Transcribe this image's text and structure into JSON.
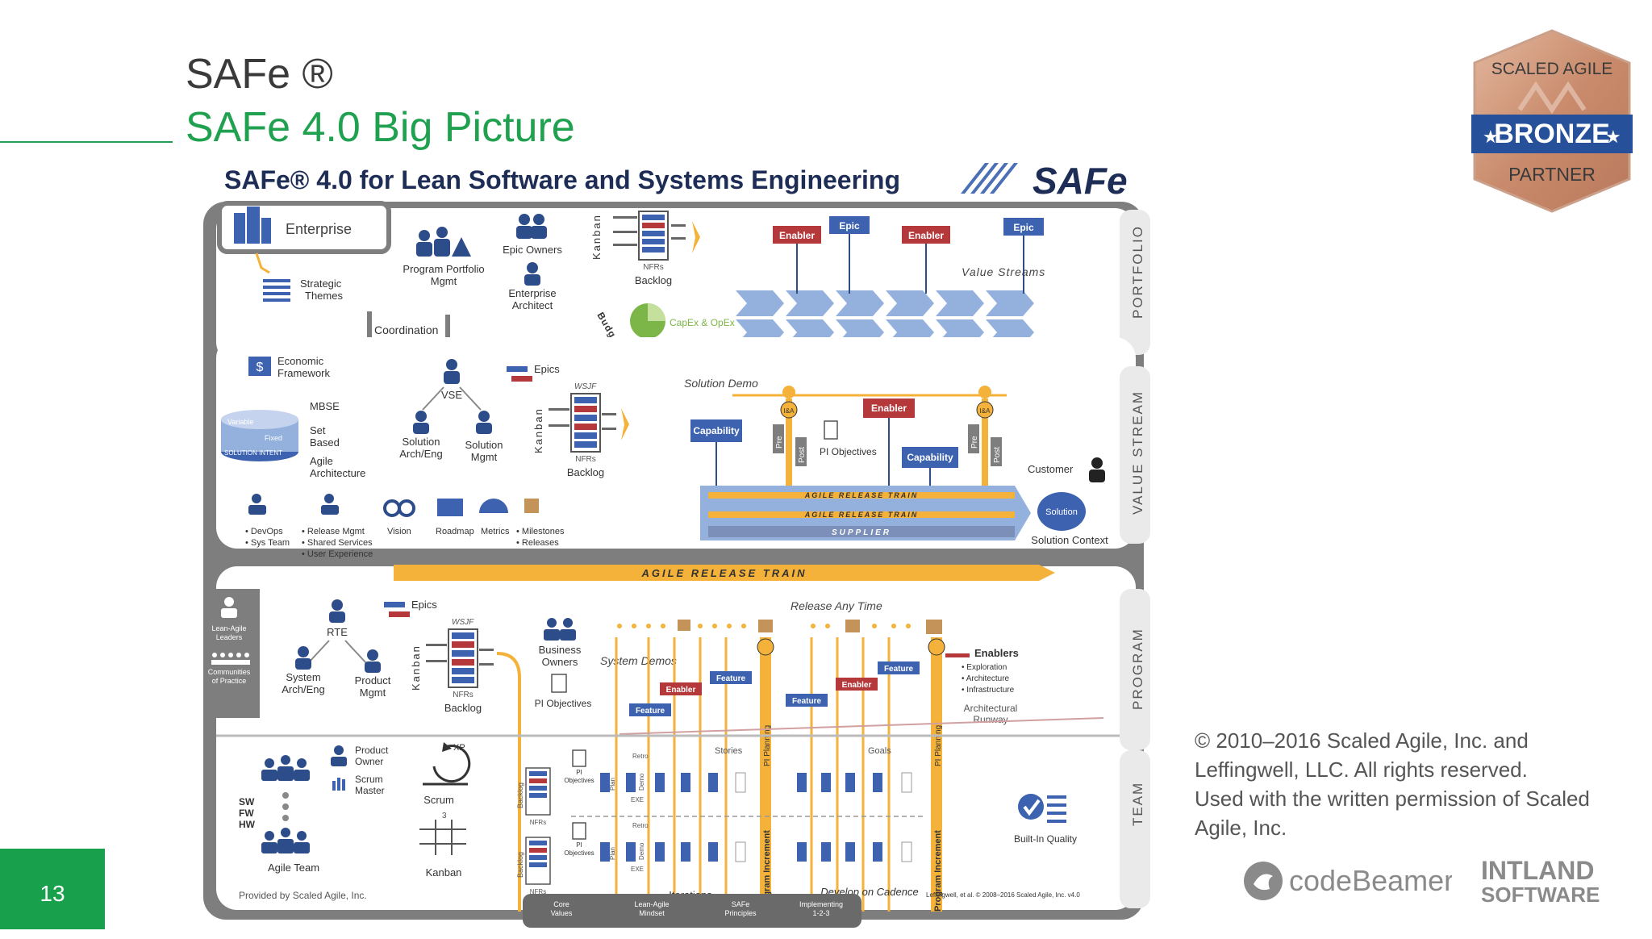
{
  "slide": {
    "title": "SAFe ®",
    "subtitle": "SAFe 4.0 Big Picture",
    "page_number": "13",
    "copyright_line": "© 2010–2016 Scaled Agile, Inc. and Leffingwell, LLC. All rights reserved.",
    "permission_line": "Used with the written permission of Scaled Agile, Inc."
  },
  "badge": {
    "top": "SCALED AGILE",
    "middle": "BRONZE",
    "bottom": "PARTNER"
  },
  "logos": {
    "codebeamer": "codeBeamer",
    "intland_top": "INTLAND",
    "intland_bottom": "SOFTWARE"
  },
  "diagram": {
    "heading": "SAFe® 4.0 for Lean Software and Systems Engineering",
    "brand": "SAFe",
    "levels": {
      "portfolio": "PORTFOLIO",
      "value_stream": "VALUE STREAM",
      "program": "PROGRAM",
      "team": "TEAM"
    },
    "portfolio": {
      "enterprise": "Enterprise",
      "strategic_themes": [
        "Strategic",
        "Themes"
      ],
      "program_portfolio_mgmt": [
        "Program Portfolio",
        "Mgmt"
      ],
      "epic_owners": "Epic Owners",
      "enterprise_architect": [
        "Enterprise",
        "Architect"
      ],
      "kanban": "Kanban",
      "nfrs": "NFRs",
      "backlog": "Backlog",
      "budgets": "Budgets",
      "capex_opex": "CapEx & OpEx",
      "coordination": "Coordination",
      "value_streams": "Value Streams",
      "enablers": [
        "Enabler",
        "Enabler"
      ],
      "epics": [
        "Epic",
        "Epic"
      ]
    },
    "value_stream": {
      "economic_framework": [
        "Economic",
        "Framework"
      ],
      "mbse": "MBSE",
      "set_based": [
        "Set",
        "Based"
      ],
      "agile_architecture": [
        "Agile",
        "Architecture"
      ],
      "variable": "Variable",
      "fixed": "Fixed",
      "solution_intent": "SOLUTION INTENT",
      "vse": "VSE",
      "solution_arch_eng": [
        "Solution",
        "Arch/Eng"
      ],
      "solution_mgmt": [
        "Solution",
        "Mgmt"
      ],
      "epics": "Epics",
      "wsjf": "WSJF",
      "kanban": "Kanban",
      "nfrs": "NFRs",
      "backlog": "Backlog",
      "solution_demo": "Solution Demo",
      "capability": "Capability",
      "capability2": "Capability",
      "enabler": "Enabler",
      "pre": "Pre",
      "post": "Post",
      "ia": "I&A",
      "pi_objectives": "PI Objectives",
      "art": "AGILE RELEASE TRAIN",
      "supplier": "SUPPLIER",
      "customer": "Customer",
      "solution": "Solution",
      "solution_context": "Solution Context",
      "shared": [
        "• DevOps",
        "• Sys Team",
        "• Release Mgmt",
        "• Shared Services",
        "• User Experience",
        "Vision",
        "Roadmap",
        "Metrics",
        "• Milestones",
        "• Releases"
      ]
    },
    "program": {
      "art": "AGILE RELEASE TRAIN",
      "lean_agile_leaders": [
        "Lean-Agile",
        "Leaders"
      ],
      "communities": [
        "Communities",
        "of Practice"
      ],
      "rte": "RTE",
      "system_arch_eng": [
        "System",
        "Arch/Eng"
      ],
      "product_mgmt": [
        "Product",
        "Mgmt"
      ],
      "epics": "Epics",
      "wsjf": "WSJF",
      "kanban": "Kanban",
      "nfrs": "NFRs",
      "backlog": "Backlog",
      "business_owners": [
        "Business",
        "Owners"
      ],
      "pi_objectives": "PI Objectives",
      "system_demos": "System Demos",
      "release_any_time": "Release Any Time",
      "feature": "Feature",
      "enabler": "Enabler",
      "enablers_title": "Enablers",
      "enablers_list": [
        "• Exploration",
        "• Architecture",
        "• Infrastructure"
      ],
      "architectural_runway": [
        "Architectural",
        "Runway"
      ],
      "pi_planning": "PI Planning",
      "program_increment": "Program Increment"
    },
    "team": {
      "sw_fw_hw": [
        "SW",
        "FW",
        "HW"
      ],
      "product_owner": [
        "Product",
        "Owner"
      ],
      "scrum_master": [
        "Scrum",
        "Master"
      ],
      "agile_team": "Agile Team",
      "xp": "XP",
      "scrum": "Scrum",
      "kanban": "Kanban",
      "backlog": "Backlog",
      "nfrs": "NFRs",
      "pi_objectives": [
        "PI",
        "Objectives"
      ],
      "retro": "Retro",
      "plan": "Plan",
      "demo": "Demo",
      "exe": "EXE",
      "stories": "Stories",
      "goals": "Goals",
      "iterations": "Iterations",
      "develop_on_cadence": "Develop on Cadence",
      "built_in_quality": "Built-In Quality",
      "provided_by": "Provided by Scaled Agile, Inc.",
      "credit": "Leffingwell, et al. © 2008–2016 Scaled Agile, Inc. v4.0"
    },
    "foundation": [
      "Core",
      "Values",
      "Lean-Agile",
      "Mindset",
      "SAFe",
      "Principles",
      "Implementing",
      "1-2-3"
    ]
  },
  "colors": {
    "green": "#1fa150",
    "enabler": "#b5383b",
    "epic": "#3c62b0",
    "track": "#f4b23a",
    "gray": "#8a8a8a"
  }
}
